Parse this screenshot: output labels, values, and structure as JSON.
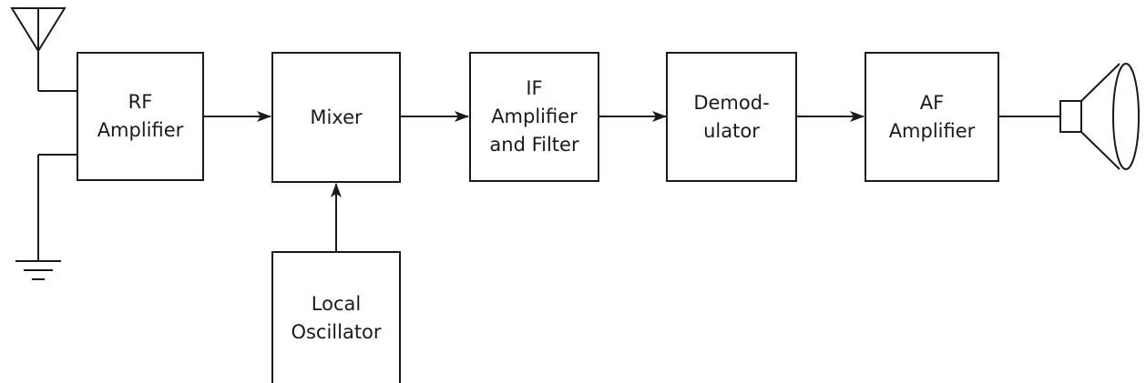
{
  "diagram": {
    "blocks": {
      "rf_amplifier": [
        "RF",
        "Amplifier"
      ],
      "mixer": [
        "Mixer"
      ],
      "if_amplifier_filter": [
        "IF",
        "Amplifier",
        "and Filter"
      ],
      "demodulator": [
        "Demod-",
        "ulator"
      ],
      "af_amplifier": [
        "AF",
        "Amplifier"
      ],
      "local_oscillator": [
        "Local",
        "Oscillator"
      ]
    },
    "colors": {
      "line": "#1a1a1a",
      "background": "#ffffff"
    }
  }
}
